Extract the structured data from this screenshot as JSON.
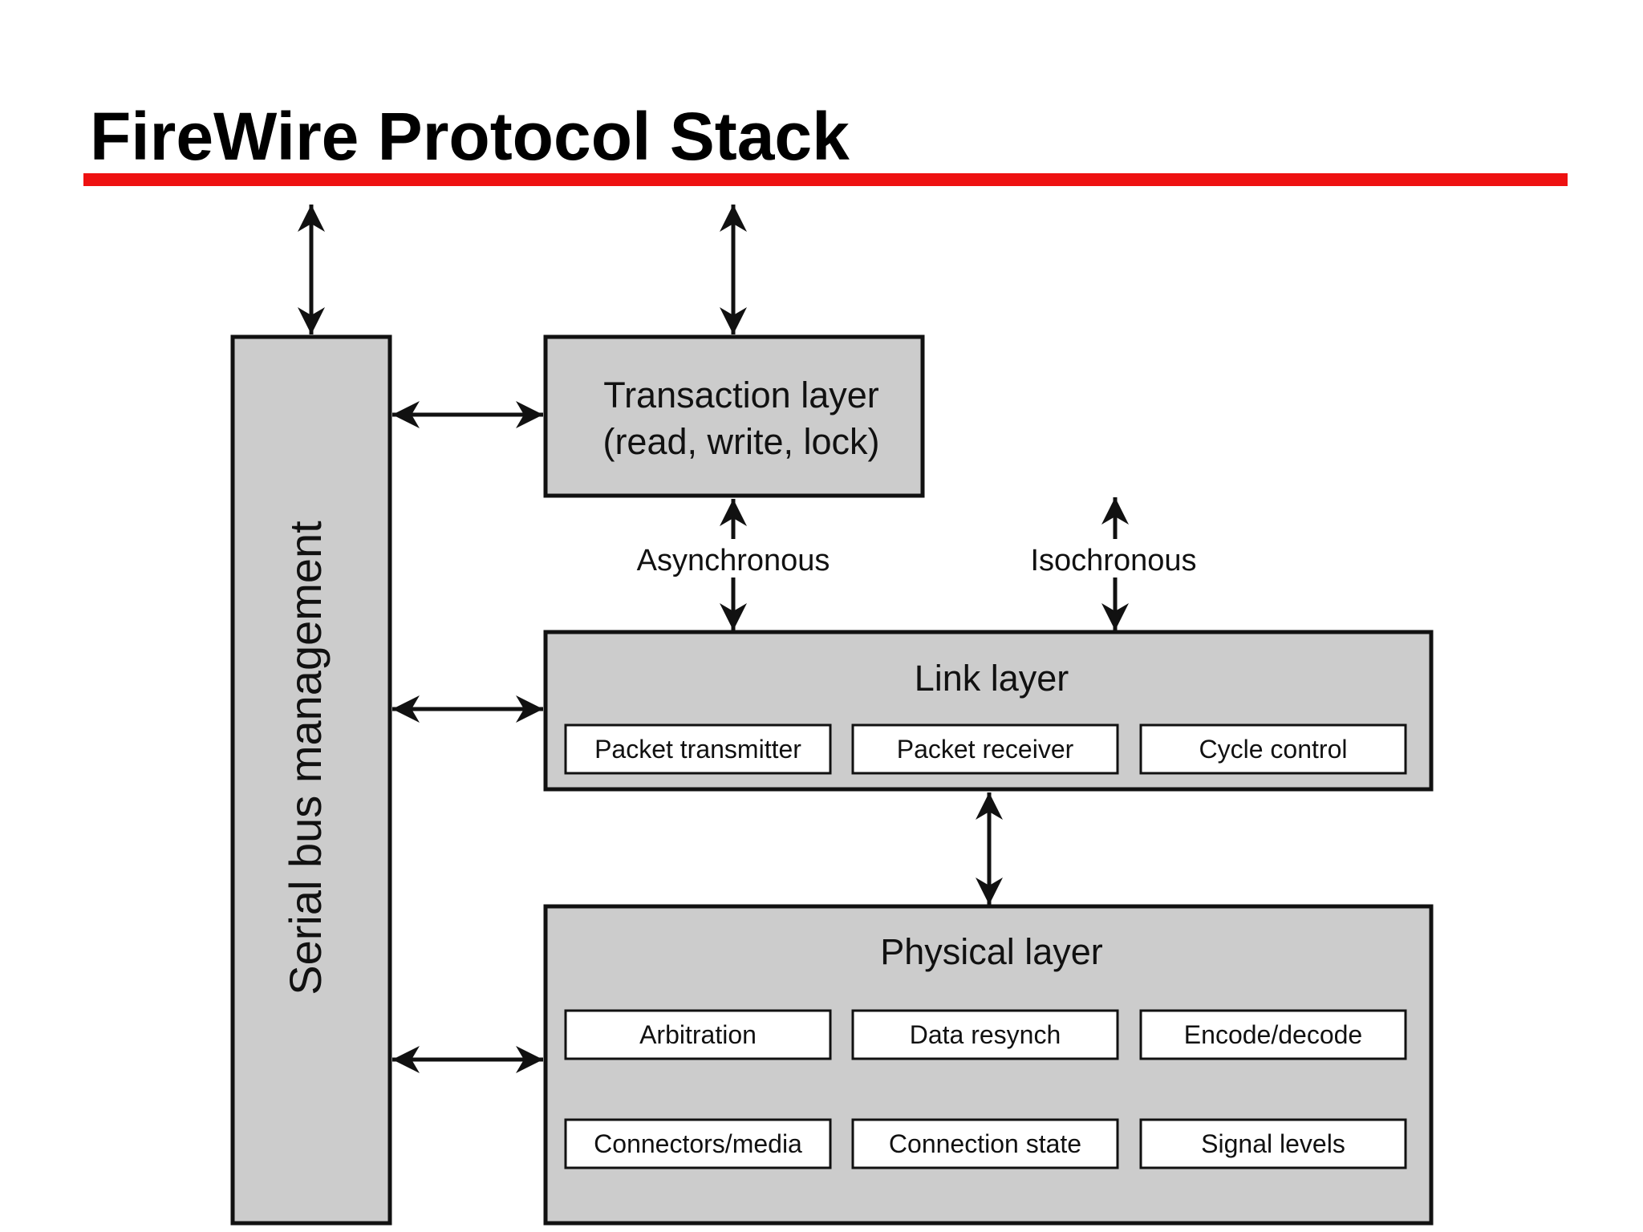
{
  "title": "FireWire Protocol Stack",
  "colors": {
    "rule": "#ee1111",
    "box_fill": "#cccccc",
    "sub_fill": "#ffffff",
    "stroke": "#111111"
  },
  "diagram": {
    "serial_bus": "Serial bus management",
    "transaction": {
      "line1": "Transaction layer",
      "line2": "(read, write, lock)"
    },
    "asynchronous": "Asynchronous",
    "isochronous": "Isochronous",
    "link": {
      "label": "Link layer",
      "items": [
        "Packet transmitter",
        "Packet receiver",
        "Cycle control"
      ]
    },
    "physical": {
      "label": "Physical layer",
      "row1": [
        "Arbitration",
        "Data resynch",
        "Encode/decode"
      ],
      "row2": [
        "Connectors/media",
        "Connection state",
        "Signal levels"
      ]
    }
  }
}
